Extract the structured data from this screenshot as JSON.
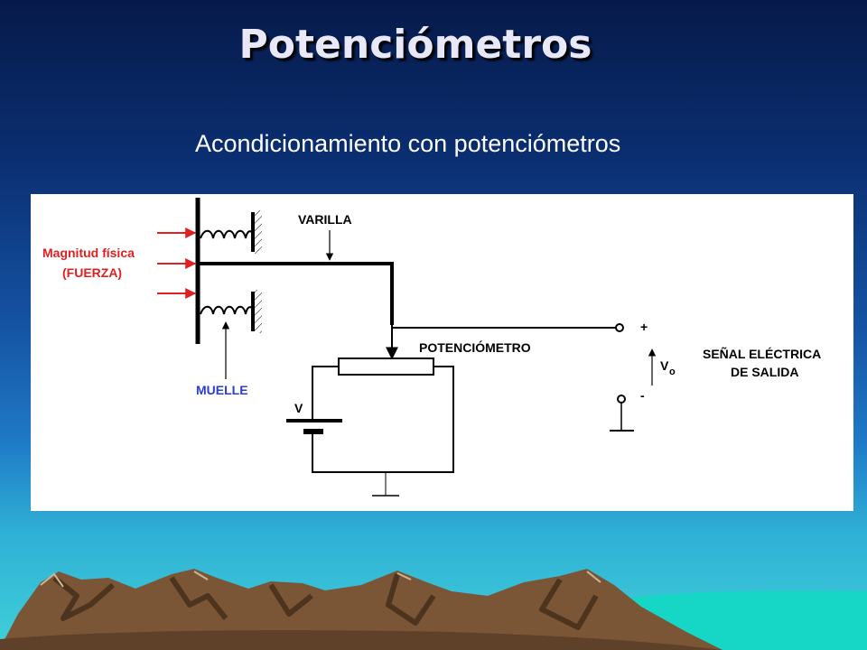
{
  "slide": {
    "title": "Potenciómetros",
    "subtitle": "Acondicionamiento con potenciómetros"
  },
  "diagram": {
    "magnitude_line1": "Magnitud física",
    "magnitude_line2": "(FUERZA)",
    "rod_label": "VARILLA",
    "spring_label": "MUELLE",
    "potentiometer_label": "POTENCIÓMETRO",
    "voltage_label": "V",
    "plus_label": "+",
    "minus_label": "-",
    "output_voltage_label": "V",
    "output_voltage_subscript": "o",
    "output_line1": "SEÑAL ELÉCTRICA",
    "output_line2": "DE SALIDA"
  },
  "colors": {
    "magnitude_text": "#e02020",
    "force_arrow": "#e02020",
    "spring_text": "#2b3fd0",
    "line": "#000000"
  }
}
